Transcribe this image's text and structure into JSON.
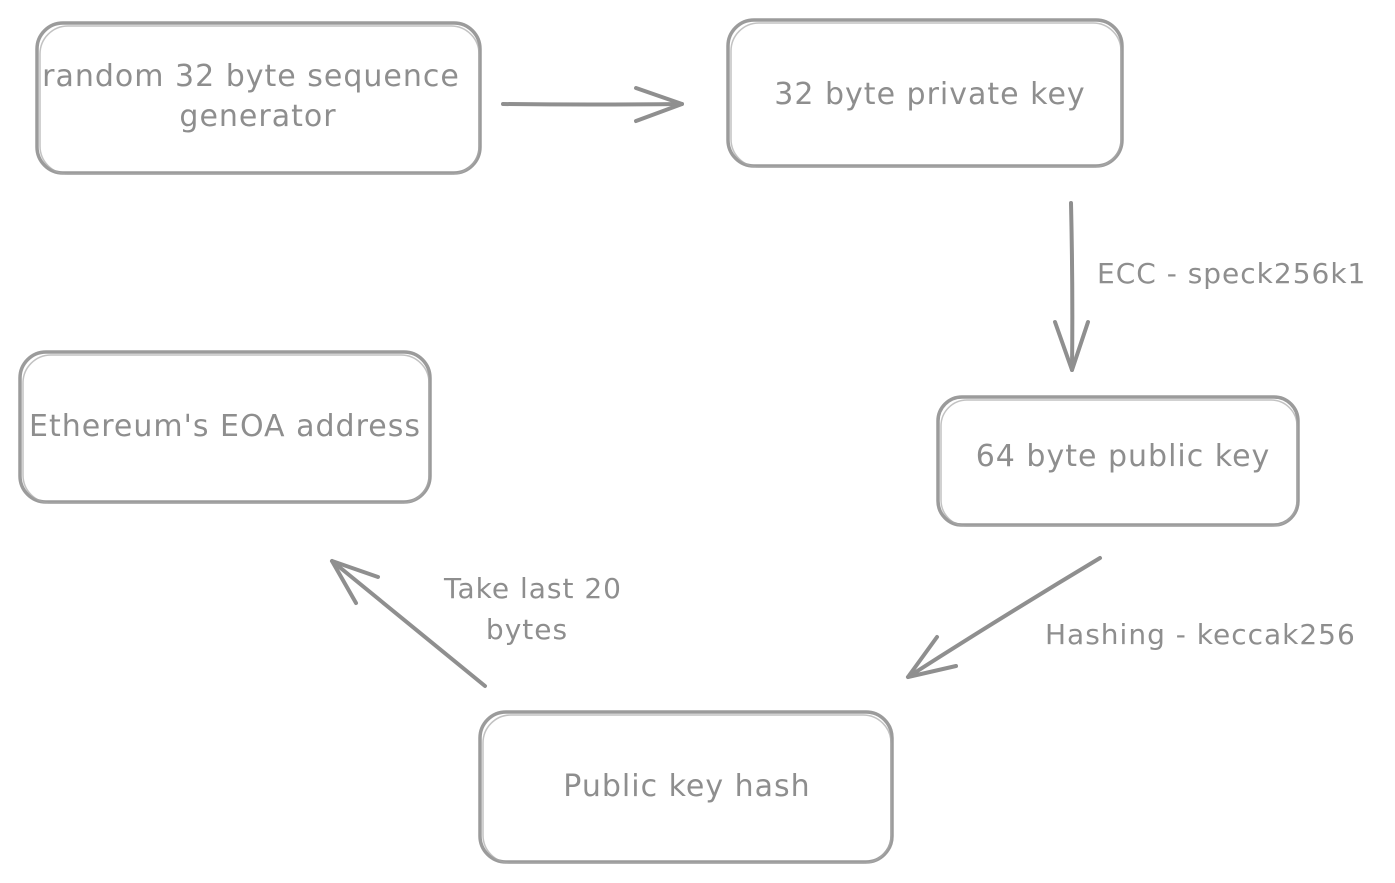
{
  "nodes": {
    "generator": {
      "line1": "random 32 byte sequence",
      "line2": "generator"
    },
    "private_key": {
      "label": "32 byte private key"
    },
    "public_key": {
      "label": "64 byte public key"
    },
    "hash": {
      "label": "Public key hash"
    },
    "address": {
      "label": "Ethereum's EOA address"
    }
  },
  "edges": {
    "ecc": {
      "label": "ECC - speck256k1"
    },
    "hashing": {
      "label": "Hashing - keccak256"
    },
    "take_last": {
      "line1": "Take last 20",
      "line2": "bytes"
    }
  },
  "colors": {
    "stroke": "#9b9b9b",
    "text": "#8e8e8e",
    "background": "#ffffff"
  }
}
